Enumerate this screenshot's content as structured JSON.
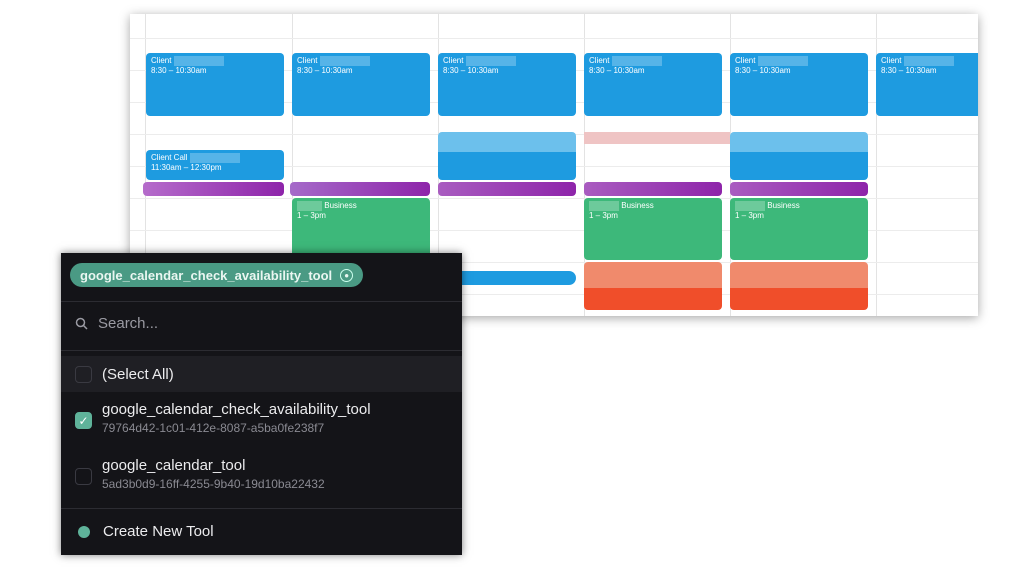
{
  "calendar": {
    "client_events": [
      {
        "title": "Client",
        "time": "8:30 – 10:30am"
      },
      {
        "title": "Client",
        "time": "8:30 – 10:30am"
      },
      {
        "title": "Client",
        "time": "8:30 – 10:30am"
      },
      {
        "title": "Client",
        "time": "8:30 – 10:30am"
      },
      {
        "title": "Client",
        "time": "8:30 – 10:30am"
      },
      {
        "title": "Client",
        "time": "8:30 – 10:30am"
      }
    ],
    "client_call": {
      "title": "Client Call",
      "time": "11:30am – 12:30pm"
    },
    "business_events": [
      {
        "title": "Business",
        "time": "1 – 3pm"
      },
      {
        "title": "Business",
        "time": "1 – 3pm"
      },
      {
        "title": "Business",
        "time": "1 – 3pm"
      }
    ],
    "colors": {
      "blue": "#1e9be0",
      "green": "#3db87a",
      "red": "#f04e2a",
      "purple": "#8e24aa"
    }
  },
  "tool_picker": {
    "selected_chip": "google_calendar_check_availability_tool",
    "search_placeholder": "Search...",
    "select_all": "(Select All)",
    "items": [
      {
        "name": "google_calendar_check_availability_tool",
        "id": "79764d42-1c01-412e-8087-a5ba0fe238f7",
        "checked": true
      },
      {
        "name": "google_calendar_tool",
        "id": "5ad3b0d9-16ff-4255-9b40-19d10ba22432",
        "checked": false
      }
    ],
    "create_label": "Create New Tool",
    "accent": "#5fb39a"
  }
}
